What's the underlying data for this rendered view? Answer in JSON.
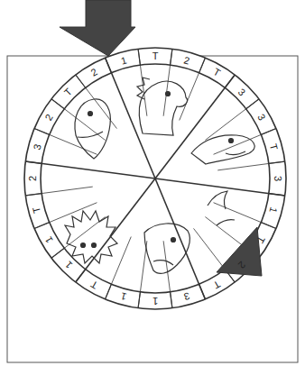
{
  "diagram": {
    "labels": [
      "1",
      "T",
      "2",
      "T",
      "3",
      "3",
      "T",
      "3",
      "1",
      "T",
      "2",
      "T",
      "3",
      "1",
      "1",
      "T",
      "1",
      "1",
      "T",
      "2",
      "3",
      "2",
      "T",
      "2"
    ]
  }
}
